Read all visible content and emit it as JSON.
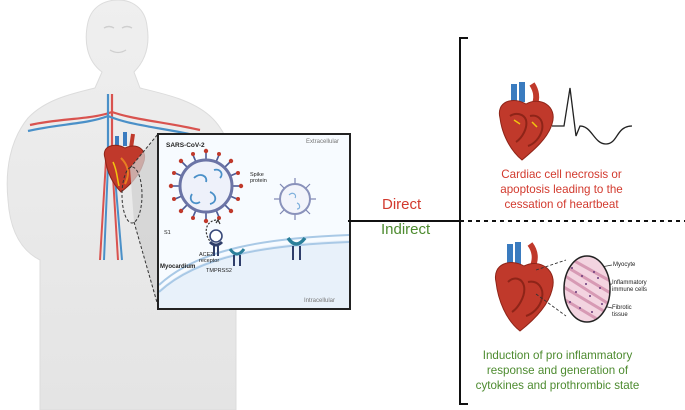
{
  "inset": {
    "extracellular": "Extracellular",
    "intracellular": "Intracellular",
    "virus_title": "SARS-CoV-2",
    "spike_label": "Spike protein",
    "s1_label": "S1",
    "ace2_label": "ACE2 receptor",
    "myocardium_label": "Myocardium",
    "tmprss2_label": "TMPRSS2"
  },
  "pathways": {
    "direct": "Direct",
    "indirect": "Indirect"
  },
  "effects": {
    "direct": "Cardiac cell necrosis or apoptosis leading to the cessation of heartbeat",
    "indirect": "Induction of pro inflammatory response and generation of cytokines and prothrombic state"
  },
  "histology": {
    "myocyte": "Myocyte",
    "immune_cells": "Inflammatory immune cells",
    "fibrotic": "Fibrotic tissue"
  },
  "colors": {
    "direct": "#d23a2e",
    "indirect": "#4d8b2f",
    "virus": "#6b74a6",
    "heart": "#c0392b"
  }
}
